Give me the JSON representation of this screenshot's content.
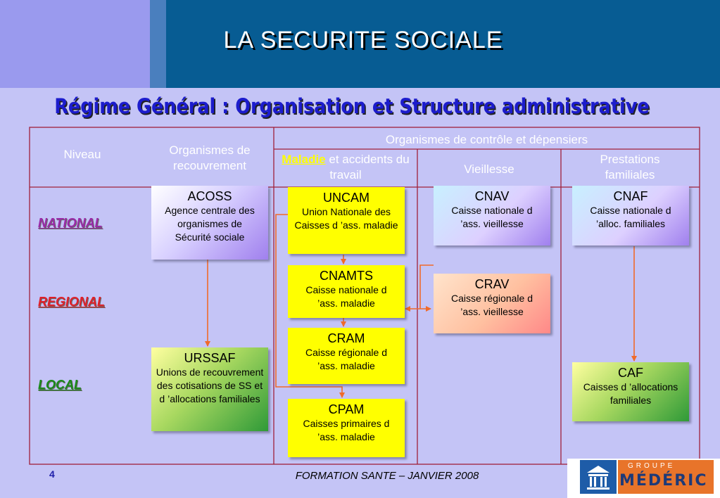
{
  "title": "LA SECURITE SOCIALE",
  "subtitle": "Régime Général : Organisation et Structure administrative",
  "table": {
    "col_niveau": "Niveau",
    "col_recouvrement": "Organismes de recouvrement",
    "group_header": "Organismes de contrôle et dépensiers",
    "col_maladie_prefix": "Maladie",
    "col_maladie_rest": " et accidents du travail",
    "col_vieillesse": "Vieillesse",
    "col_prestations": "Prestations familiales"
  },
  "levels": {
    "national": "NATIONAL",
    "regional": "REGIONAL",
    "local": "LOCAL"
  },
  "boxes": {
    "acoss": {
      "title": "ACOSS",
      "desc": "Agence centrale des organismes de Sécurité sociale"
    },
    "urssaf": {
      "title": "URSSAF",
      "desc": "Unions de recouvrement des cotisations de SS et d ’allocations familiales"
    },
    "uncam": {
      "title": "UNCAM",
      "desc": "Union Nationale des Caisses d ’ass. maladie"
    },
    "cnamts": {
      "title": "CNAMTS",
      "desc": "Caisse nationale d ’ass. maladie"
    },
    "cram": {
      "title": "CRAM",
      "desc": "Caisse régionale d ’ass. maladie"
    },
    "cpam": {
      "title": "CPAM",
      "desc": "Caisses primaires d ’ass. maladie"
    },
    "cnav": {
      "title": "CNAV",
      "desc": "Caisse nationale d ’ass. vieillesse"
    },
    "crav": {
      "title": "CRAV",
      "desc": "Caisse régionale d ’ass. vieillesse"
    },
    "cnaf": {
      "title": "CNAF",
      "desc": "Caisse nationale d ’alloc. familiales"
    },
    "caf": {
      "title": "CAF",
      "desc": "Caisses d ’allocations familiales"
    }
  },
  "footer": "FORMATION SANTE – JANVIER 2008",
  "page_number": "4",
  "logo": {
    "groupe": "GROUPE",
    "brand": "MÉDÉRIC"
  },
  "colors": {
    "background": "#c4c4f6",
    "header_blue": "#075c93",
    "grid_line": "#a0203a",
    "arrow": "#f06a2a",
    "national": "#9a2aa8",
    "regional": "#e0202a",
    "local": "#1a8a1a"
  }
}
